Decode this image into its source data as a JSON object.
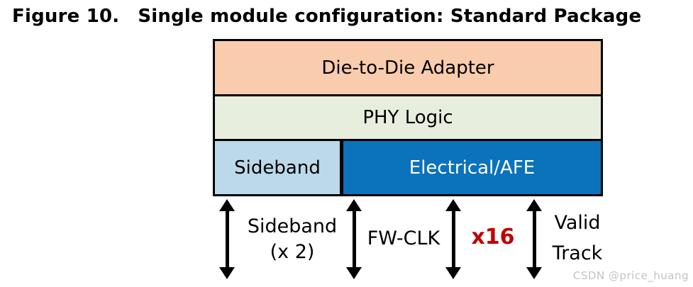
{
  "figure": {
    "label": "Figure 10.",
    "title": "Single module configuration: Standard Package"
  },
  "stack": {
    "layers": [
      {
        "label": "Die-to-Die Adapter",
        "fill": "#F8CCAC",
        "text_color": "#000000"
      },
      {
        "label": "PHY Logic",
        "fill": "#E7EEDE",
        "text_color": "#000000"
      }
    ],
    "bottom": [
      {
        "label": "Sideband",
        "fill": "#BCD9E9",
        "text_color": "#000000"
      },
      {
        "label": "Electrical/AFE",
        "fill": "#0B72BC",
        "text_color": "#FFFFFF"
      }
    ]
  },
  "connections": [
    {
      "line1": "Sideband",
      "line2": "(x 2)",
      "color": "#000000"
    },
    {
      "line1": "FW-CLK",
      "line2": "",
      "color": "#000000"
    },
    {
      "line1": "x16",
      "line2": "",
      "color": "#C00000"
    },
    {
      "line1": "Valid",
      "line2": "Track",
      "color": "#000000"
    }
  ],
  "colors": {
    "border": "#000000",
    "arrow": "#000000",
    "background": "#FFFFFF"
  },
  "watermark": "CSDN @price_huang"
}
